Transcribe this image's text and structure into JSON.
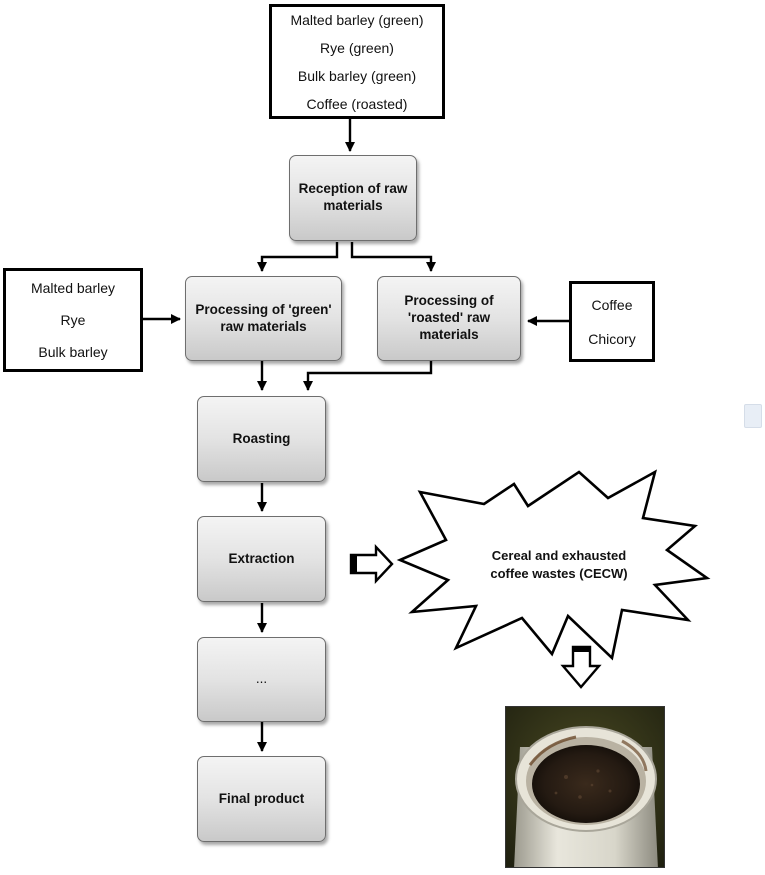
{
  "top_list": {
    "items": [
      "Malted barley (green)",
      "Rye (green)",
      "Bulk barley (green)",
      "Coffee (roasted)"
    ]
  },
  "left_list": {
    "items": [
      "Malted barley",
      "Rye",
      "Bulk barley"
    ]
  },
  "right_list": {
    "items": [
      "Coffee",
      "Chicory"
    ]
  },
  "steps": {
    "reception": "Reception of raw materials",
    "green": "Processing of 'green' raw materials",
    "roasted": "Processing of 'roasted' raw materials",
    "roasting": "Roasting",
    "extraction": "Extraction",
    "ellipsis": "...",
    "final": "Final product"
  },
  "waste": {
    "label": "Cereal and exhausted coffee wastes (CECW)"
  },
  "photo": {
    "icon": "coffee-waste-photo"
  }
}
